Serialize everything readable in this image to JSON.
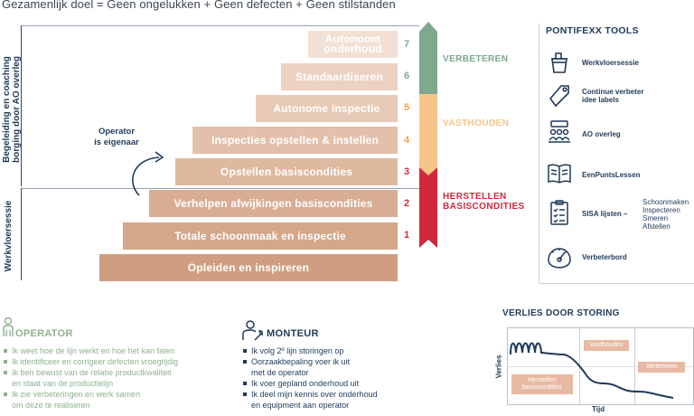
{
  "title": "Gezamenlijk doel = Geen ongelukken + Geen defecten + Geen stilstanden",
  "side_labels": {
    "upper": [
      "Begeleiding en coaching",
      "borging door AO overleg"
    ],
    "lower": "Werkvloersessie"
  },
  "operator_note": [
    "Operator",
    "is eigenaar"
  ],
  "steps": [
    {
      "number": "7",
      "label": [
        "Autonoom",
        "onderhoud"
      ],
      "color": "#f2e0d5",
      "num_color": "#7fa98c"
    },
    {
      "number": "6",
      "label": [
        "Standaardiseren"
      ],
      "color": "#ecd2c2",
      "num_color": "#7fa98c"
    },
    {
      "number": "5",
      "label": [
        "Autonome inspectie"
      ],
      "color": "#e8cab8",
      "num_color": "#f2a23c"
    },
    {
      "number": "4",
      "label": [
        "Inspecties opstellen & instellen"
      ],
      "color": "#e3c0ab",
      "num_color": "#f2a23c"
    },
    {
      "number": "3",
      "label": [
        "Opstellen basiscondities"
      ],
      "color": "#dfb8a0",
      "num_color": "#d2283c"
    },
    {
      "number": "2",
      "label": [
        "Verhelpen afwijkingen basiscondities"
      ],
      "color": "#d9ad94",
      "num_color": "#d2283c"
    },
    {
      "number": "1",
      "label": [
        "Totale schoonmaak en inspectie"
      ],
      "color": "#d4a68a",
      "num_color": "#d2283c"
    },
    {
      "number": "",
      "label": [
        "Opleiden en inspireren"
      ],
      "color": "#cf9e81",
      "num_color": "#d2283c"
    }
  ],
  "phases": [
    {
      "label": [
        "VERBETEREN"
      ],
      "color": "#7fa98c"
    },
    {
      "label": [
        "VASTHOUDEN"
      ],
      "color": "#f5c58a"
    },
    {
      "label": [
        "HERSTELLEN",
        "BASISCONDITIES"
      ],
      "color": "#d2283c"
    }
  ],
  "tools": {
    "title": "PONTIFEXX TOOLS",
    "items": [
      {
        "label": [
          "Werkvloersessie"
        ],
        "icon": "bucket-icon"
      },
      {
        "label": [
          "Continue verbeter",
          "idee labels"
        ],
        "icon": "tag-icon"
      },
      {
        "label": [
          "AO overleg"
        ],
        "icon": "meeting-icon"
      },
      {
        "label": [
          "EenPuntsLessen"
        ],
        "icon": "book-icon"
      },
      {
        "label": [
          "SISA lijsten  –"
        ],
        "icon": "checklist-icon"
      },
      {
        "label": [
          "Verbeterbord"
        ],
        "icon": "gauge-icon"
      }
    ],
    "sisa_items": [
      "Schoonmaken",
      "Inspecteren",
      "Smeren",
      "Afstellen"
    ]
  },
  "operator": {
    "heading": "OPERATOR",
    "items": [
      [
        "Ik weet hoe de lijn werkt en hoe het kan falen"
      ],
      [
        "Ik identificeer en corrigeer defecten vroegtijdig"
      ],
      [
        "Ik ben bewust van de relatie productkwaliteit",
        "en staat van de productielijn"
      ],
      [
        "Ik zie verbeteringen en werk samen",
        "om deze te realiseren"
      ]
    ]
  },
  "monteur": {
    "heading": "MONTEUR",
    "items": [
      [
        "Ik volg 2º lijn storingen op"
      ],
      [
        "Oorzaakbepaling voer ik uit",
        "met de operator"
      ],
      [
        "Ik voer gepland onderhoud uit"
      ],
      [
        "Ik deel mijn kennis over onderhoud",
        "en equipment aan operator"
      ]
    ]
  },
  "chart": {
    "title": "VERLIES DOOR STORING",
    "xlabel": "Tijd",
    "ylabel": "Verlies",
    "boxes": [
      {
        "label": [
          "Herstellen",
          "basiscondities"
        ]
      },
      {
        "label": [
          "Vasthouden"
        ]
      },
      {
        "label": [
          "Verbeteren"
        ]
      }
    ]
  }
}
